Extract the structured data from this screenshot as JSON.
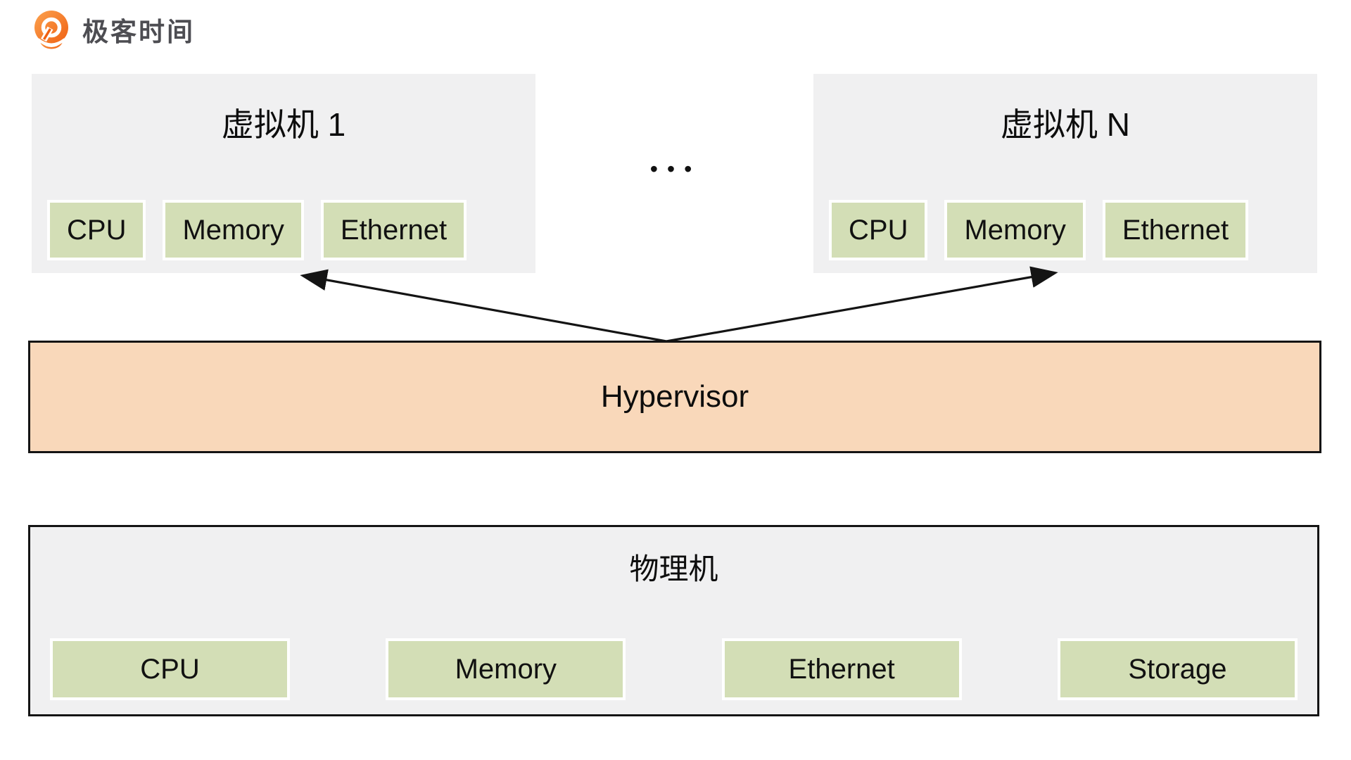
{
  "brand": {
    "name": "极客时间",
    "logo_orange": "#f26a10",
    "logo_orange_light": "#fca24f",
    "text_color": "#4d4d52"
  },
  "diagram": {
    "vm1": {
      "title": "虚拟机 1",
      "components": [
        "CPU",
        "Memory",
        "Ethernet"
      ]
    },
    "vmn": {
      "title": "虚拟机 N",
      "components": [
        "CPU",
        "Memory",
        "Ethernet"
      ]
    },
    "ellipsis": "•••",
    "hypervisor": {
      "label": "Hypervisor"
    },
    "physical_machine": {
      "title": "物理机",
      "components": [
        "CPU",
        "Memory",
        "Ethernet",
        "Storage"
      ]
    },
    "colors": {
      "panel_gray": "#f0f0f1",
      "component_green": "#d3deb6",
      "hypervisor_peach": "#f9d8ba",
      "line_black": "#141414"
    }
  }
}
